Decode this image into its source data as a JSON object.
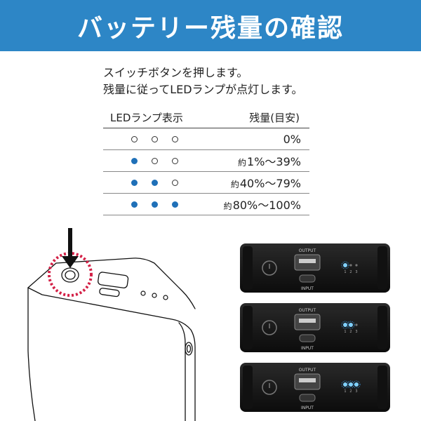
{
  "header": {
    "title": "バッテリー残量の確認",
    "background": "#2d86c6"
  },
  "instructions": {
    "line1": "スイッチボタンを押します。",
    "line2": "残量に従ってLEDランプが点灯します。"
  },
  "table": {
    "col_lamp": "LEDランプ表示",
    "col_level": "残量(目安)",
    "rows": [
      {
        "lit": 0,
        "prefix": "",
        "level": "0%"
      },
      {
        "lit": 1,
        "prefix": "約",
        "level": "1%～39%"
      },
      {
        "lit": 2,
        "prefix": "約",
        "level": "40%～79%"
      },
      {
        "lit": 3,
        "prefix": "約",
        "level": "80%～100%"
      }
    ],
    "dot_color": "#1f70b8"
  },
  "device_panels": {
    "output_label": "OUTPUT",
    "input_label": "INPUT",
    "led_numbers": [
      "1",
      "2",
      "3"
    ]
  }
}
